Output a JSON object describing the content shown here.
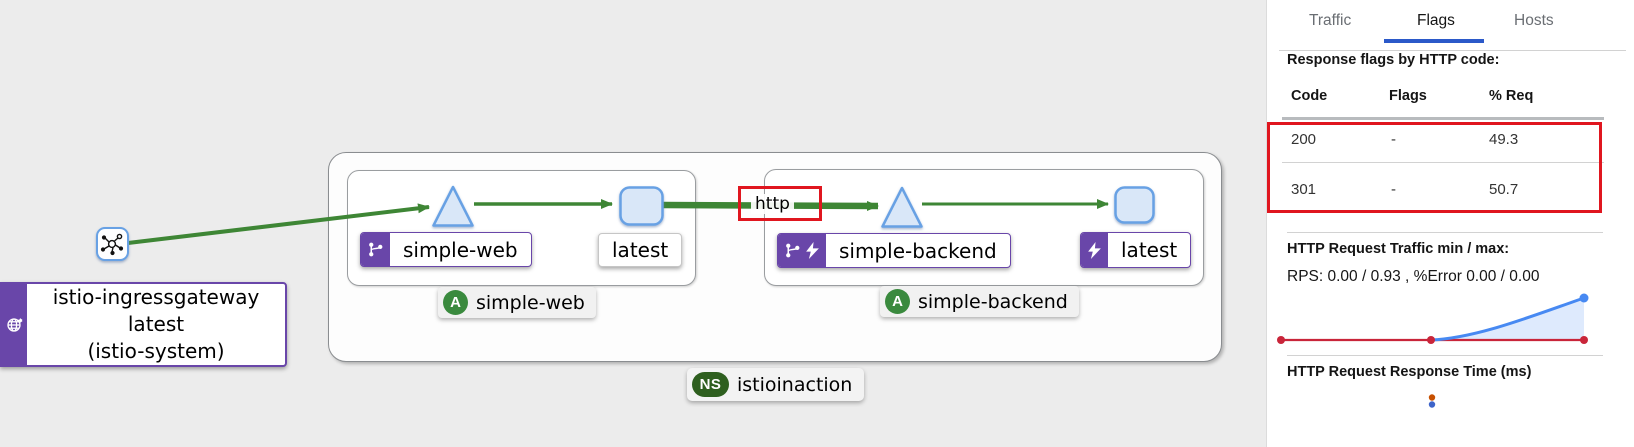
{
  "colors": {
    "background": "#ececec",
    "edge_green": "#3e8635",
    "node_fill": "#d9e7f8",
    "node_border": "#67a1e4",
    "badge_purple": "#6946a9",
    "annotation_red": "#e0161f",
    "tab_active_underline": "#2b59c9",
    "ns_badge_green": "#2e5f1f",
    "app_badge_green": "#3a8a3e",
    "spark_red": "#c9253a",
    "spark_blue": "#4789f2"
  },
  "graph": {
    "gateway": {
      "label_line1": "istio-ingressgateway",
      "label_line2": "latest",
      "label_line3": "(istio-system)"
    },
    "edge_label": "http",
    "web": {
      "service_label": "simple-web",
      "workload_label": "latest",
      "app_badge": "A",
      "app_label": "simple-web"
    },
    "backend": {
      "service_label": "simple-backend",
      "workload_label": "latest",
      "app_badge": "A",
      "app_label": "simple-backend"
    },
    "namespace": {
      "badge": "NS",
      "label": "istioinaction"
    }
  },
  "panel": {
    "tabs": [
      {
        "label": "Traffic",
        "active": false
      },
      {
        "label": "Flags",
        "active": true
      },
      {
        "label": "Hosts",
        "active": false
      }
    ],
    "flags": {
      "title": "Response flags by HTTP code:",
      "columns": [
        "Code",
        "Flags",
        "% Req"
      ],
      "rows": [
        [
          "200",
          "-",
          "49.3"
        ],
        [
          "301",
          "-",
          "50.7"
        ]
      ]
    },
    "traffic": {
      "title": "HTTP Request Traffic min / max:",
      "summary": "RPS: 0.00 / 0.93 , %Error 0.00 / 0.00"
    },
    "response_time": {
      "title": "HTTP Request Response Time (ms)"
    }
  },
  "chart_data": {
    "type": "area",
    "title": "HTTP Request Traffic sparkline",
    "x": [
      0,
      1,
      2
    ],
    "series": [
      {
        "name": "RPS",
        "values": [
          0.0,
          0.0,
          0.93
        ]
      },
      {
        "name": "%Error",
        "values": [
          0.0,
          0.0,
          0.0
        ]
      }
    ],
    "ylim": [
      0,
      0.93
    ],
    "grid": false,
    "legend_position": "none"
  }
}
